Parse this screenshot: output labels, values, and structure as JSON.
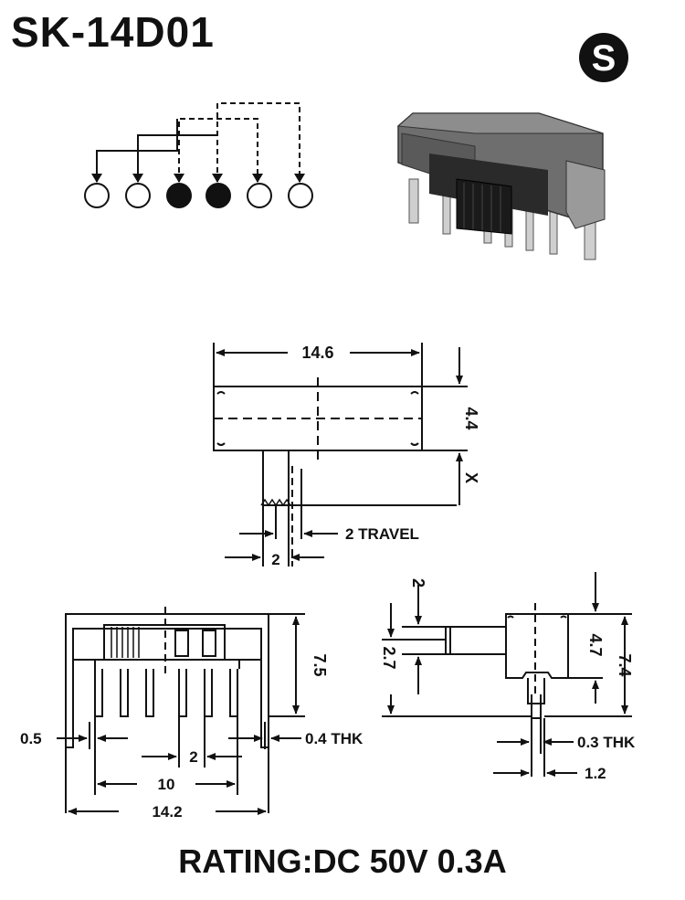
{
  "header": {
    "title": "SK-14D01"
  },
  "logo": {
    "letter": "S",
    "icon": "s-logo-icon"
  },
  "schematic": {
    "icon": "switch-schematic-icon",
    "terminals": 6,
    "filled_terminals": [
      3,
      4
    ]
  },
  "top_view": {
    "width_label": "14.6",
    "height_label": "4.4",
    "x_label": "X",
    "travel_label": "2 TRAVEL",
    "actuator_label": "2"
  },
  "front_view": {
    "height_label": "7.5",
    "pin_offset_label": "0.5",
    "thickness_label": "0.4 THK",
    "pitch_label": "2",
    "span_label": "10",
    "width_label": "14.2"
  },
  "side_view": {
    "actuator_label": "2",
    "offset_label": "2.7",
    "body_label": "4.7",
    "total_label": "7.4",
    "thickness_label": "0.3 THK",
    "pin_label": "1.2"
  },
  "footer": {
    "rating": "RATING:DC 50V 0.3A"
  }
}
